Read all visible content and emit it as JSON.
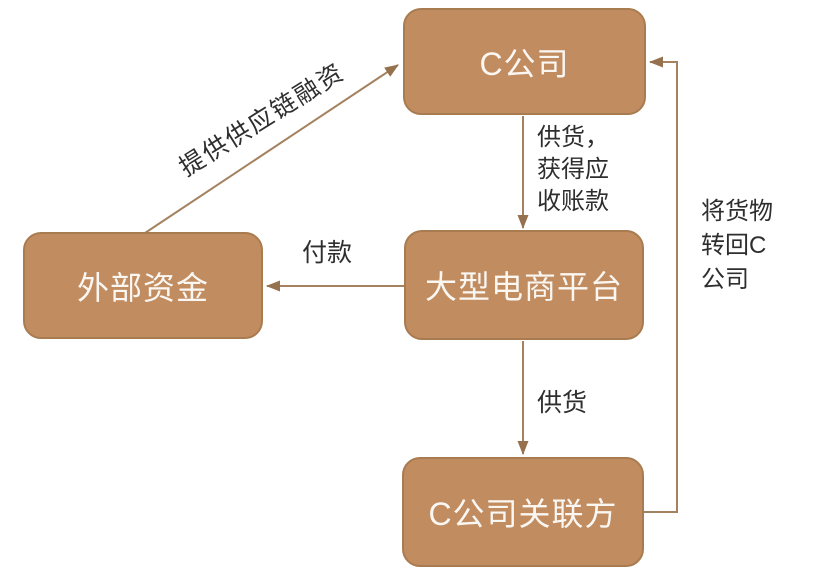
{
  "diagram": {
    "type": "flowchart",
    "nodes": {
      "c_company": {
        "label": "C公司"
      },
      "external_funds": {
        "label": "外部资金"
      },
      "ecommerce_platform": {
        "label": "大型电商平台"
      },
      "c_company_affiliate": {
        "label": "C公司关联方"
      }
    },
    "edges": {
      "financing": {
        "from": "外部资金",
        "to": "C公司",
        "label": "提供供应链融资"
      },
      "supply_receivables": {
        "from": "C公司",
        "to": "大型电商平台",
        "label": "供货，\n获得应\n收账款"
      },
      "payment": {
        "from": "大型电商平台",
        "to": "外部资金",
        "label": "付款"
      },
      "supply": {
        "from": "大型电商平台",
        "to": "C公司关联方",
        "label": "供货"
      },
      "return_goods": {
        "from": "C公司关联方",
        "to": "C公司",
        "label": "将货物\n转回C\n公司"
      }
    },
    "colors": {
      "node_fill": "#C18C60",
      "node_border": "#A87C50",
      "node_text": "#FAF7F3",
      "arrow": "#A5825F",
      "arrow_head": "#96714E",
      "label_text": "#2E2E2E",
      "background": "#FFFFFF"
    }
  }
}
